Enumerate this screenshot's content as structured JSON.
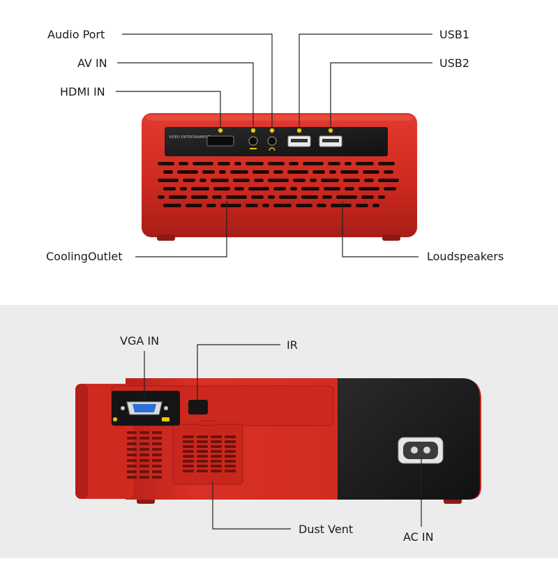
{
  "top_view": {
    "labels": {
      "audio_port": "Audio Port",
      "av_in": "AV IN",
      "hdmi_in": "HDMI IN",
      "usb1": "USB1",
      "usb2": "USB2",
      "cooling_outlet": "CoolingOutlet",
      "loudspeakers": "Loudspeakers"
    },
    "panel_print": "VIDEO ENTERTAINMENT"
  },
  "bottom_view": {
    "labels": {
      "vga_in": "VGA IN",
      "ir": "IR",
      "dust_vent": "Dust Vent",
      "ac_in": "AC IN"
    }
  },
  "colors": {
    "body_red": "#d42a22",
    "dark_panel": "#1c1c1c",
    "lower_background": "#ececec",
    "connector_dot": "#f2c200",
    "teal_strip": "#6fd6d2"
  }
}
